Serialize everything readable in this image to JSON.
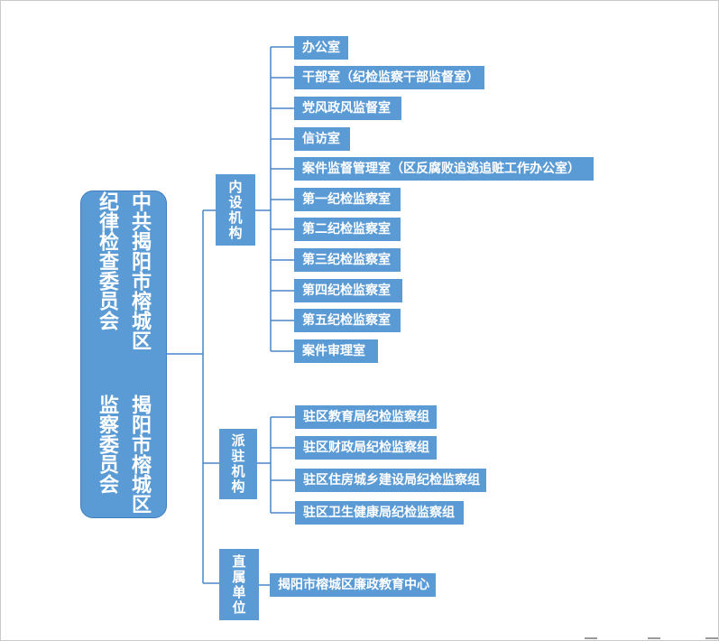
{
  "root": {
    "line1": "中共揭阳市榕城区纪律检查委员会",
    "line2": "揭阳市榕城区监察委员会"
  },
  "groups": [
    {
      "label": "内设机构",
      "children": [
        "办公室",
        "干部室（纪检监察干部监督室）",
        "党风政风监督室",
        "信访室",
        "案件监督管理室（区反腐败追逃追赃工作办公室）",
        "第一纪检监察室",
        "第二纪检监察室",
        "第三纪检监察室",
        "第四纪检监察室",
        "第五纪检监察室",
        "案件审理室"
      ]
    },
    {
      "label": "派驻机构",
      "children": [
        "驻区教育局纪检监察组",
        "驻区财政局纪检监察组",
        "驻区住房城乡建设局纪检监察组",
        "驻区卫生健康局纪检监察组"
      ]
    },
    {
      "label": "直属单位",
      "children": [
        "揭阳市榕城区廉政教育中心"
      ]
    }
  ],
  "colors": {
    "box_fill": "#5b9bd5",
    "line": "#4a86c5",
    "text": "#ffffff"
  }
}
